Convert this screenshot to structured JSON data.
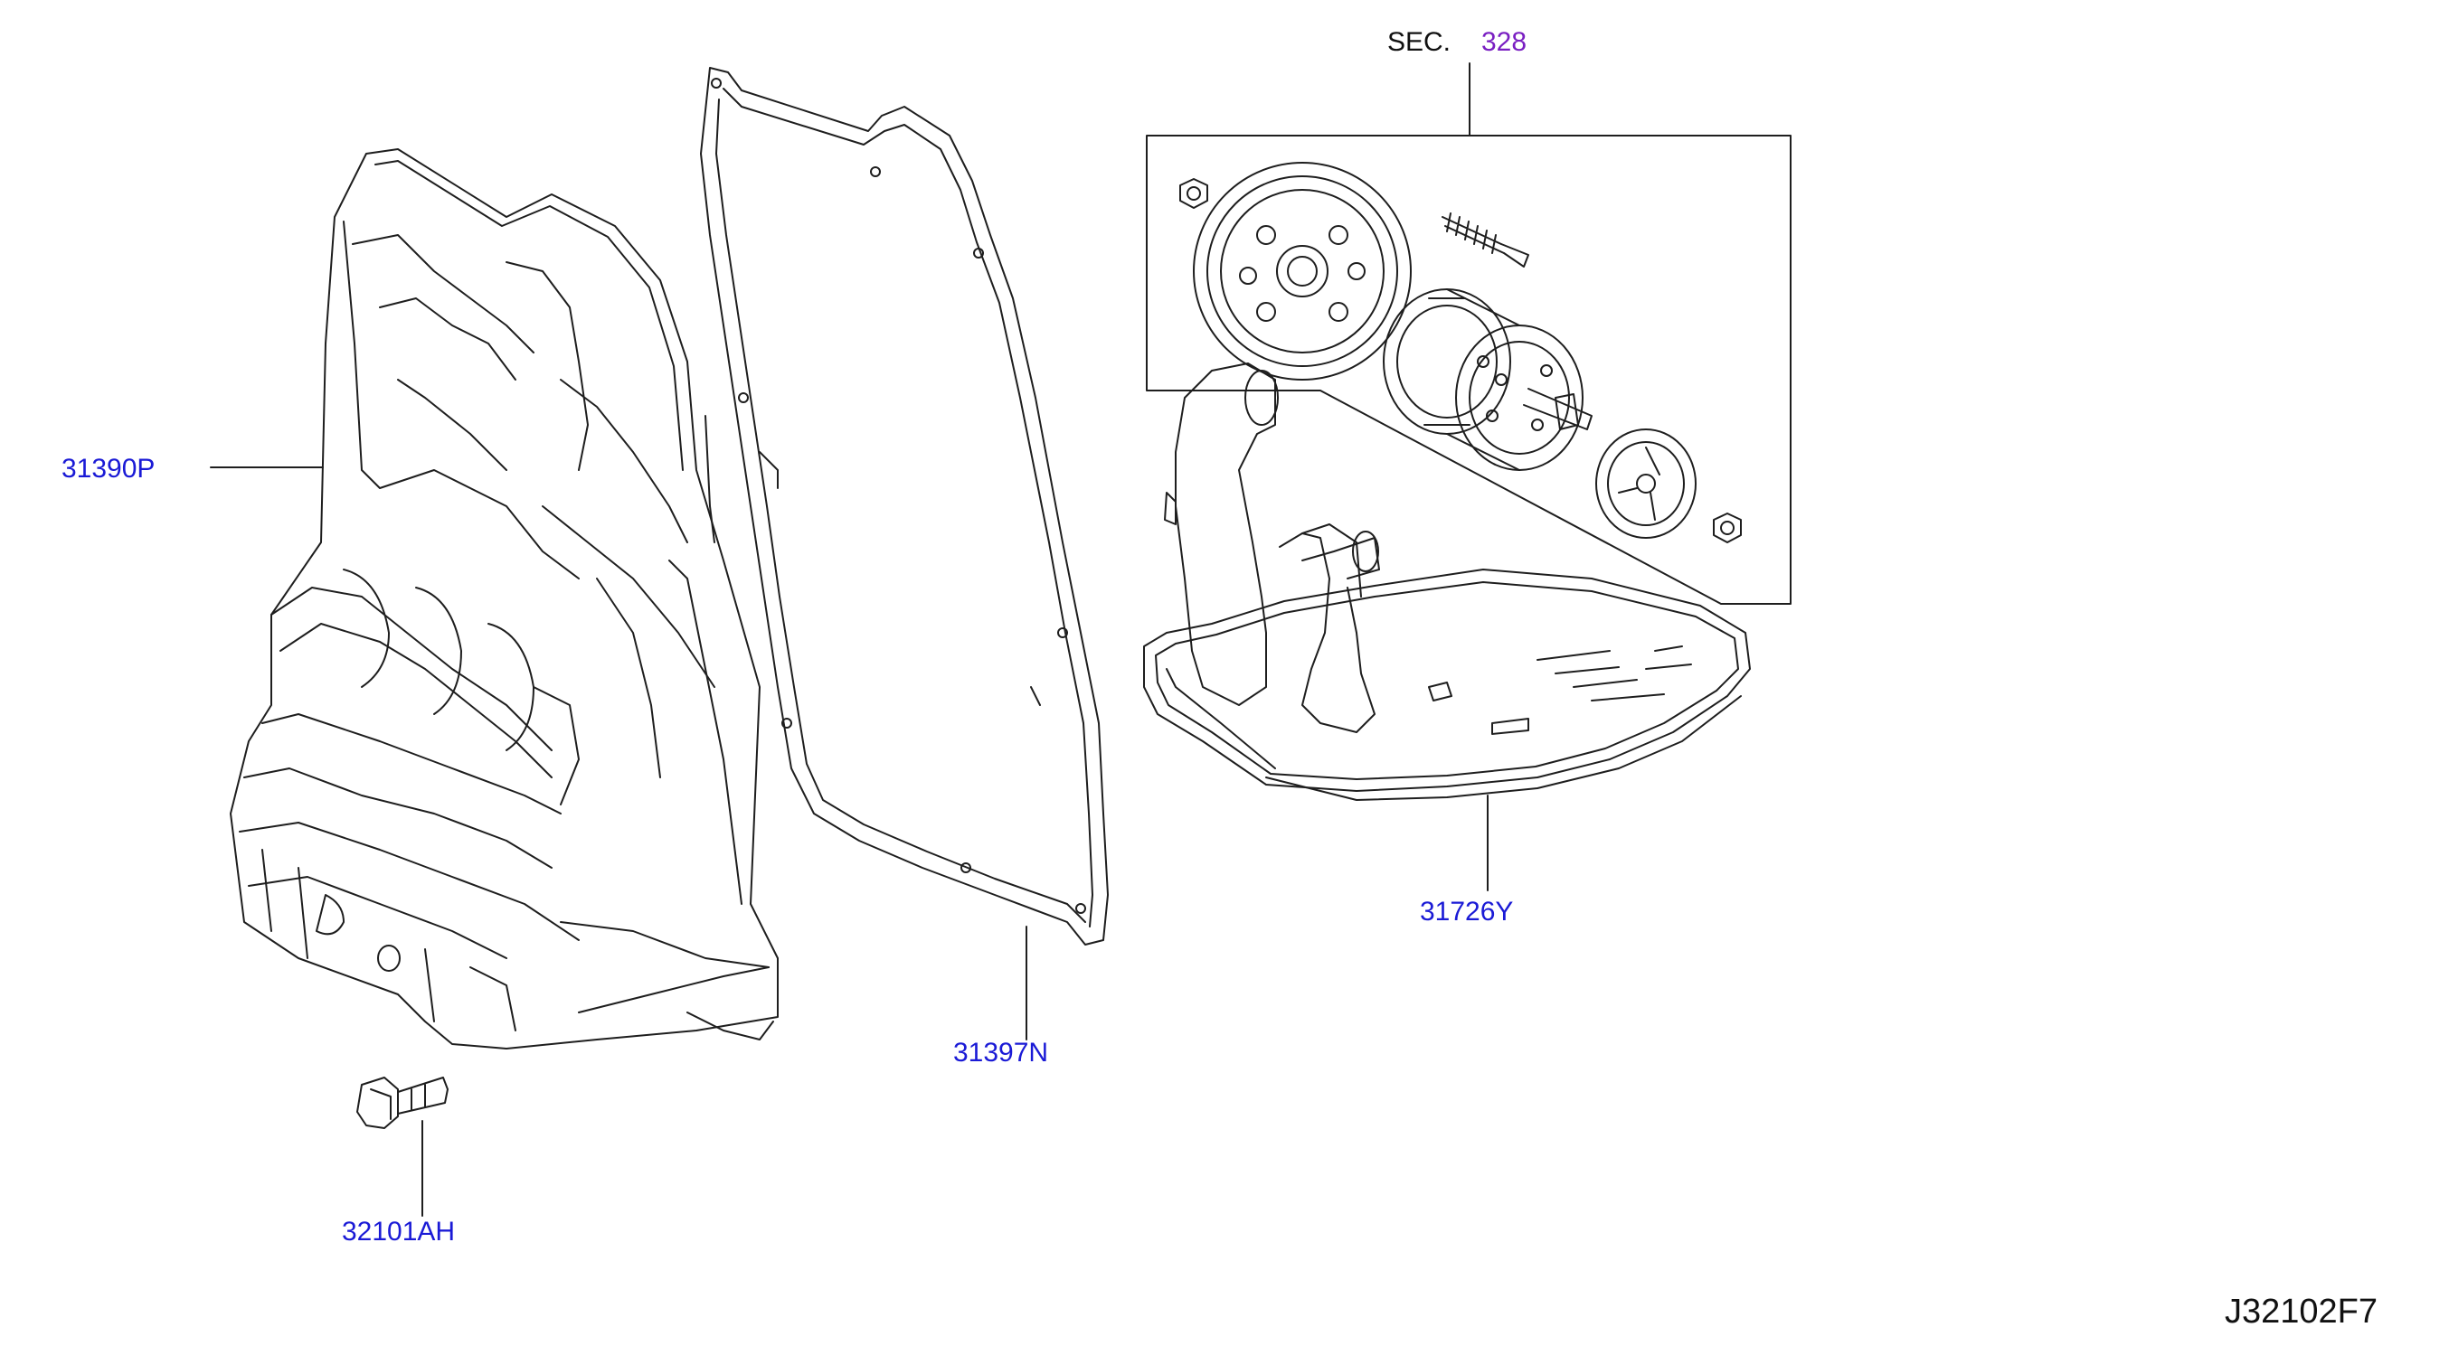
{
  "diagram": {
    "section": {
      "prefix": "SEC.",
      "number": "328"
    },
    "parts": [
      {
        "id": "oil-pan",
        "number": "31390P"
      },
      {
        "id": "pan-gasket",
        "number": "31397N"
      },
      {
        "id": "oil-strainer",
        "number": "31726Y"
      },
      {
        "id": "drain-plug",
        "number": "32101AH"
      }
    ],
    "illustration_code": "J32102F7",
    "colors": {
      "part_number": "#1a1ad6",
      "section_number": "#7a1fc2",
      "line": "#1e1e1e"
    }
  }
}
